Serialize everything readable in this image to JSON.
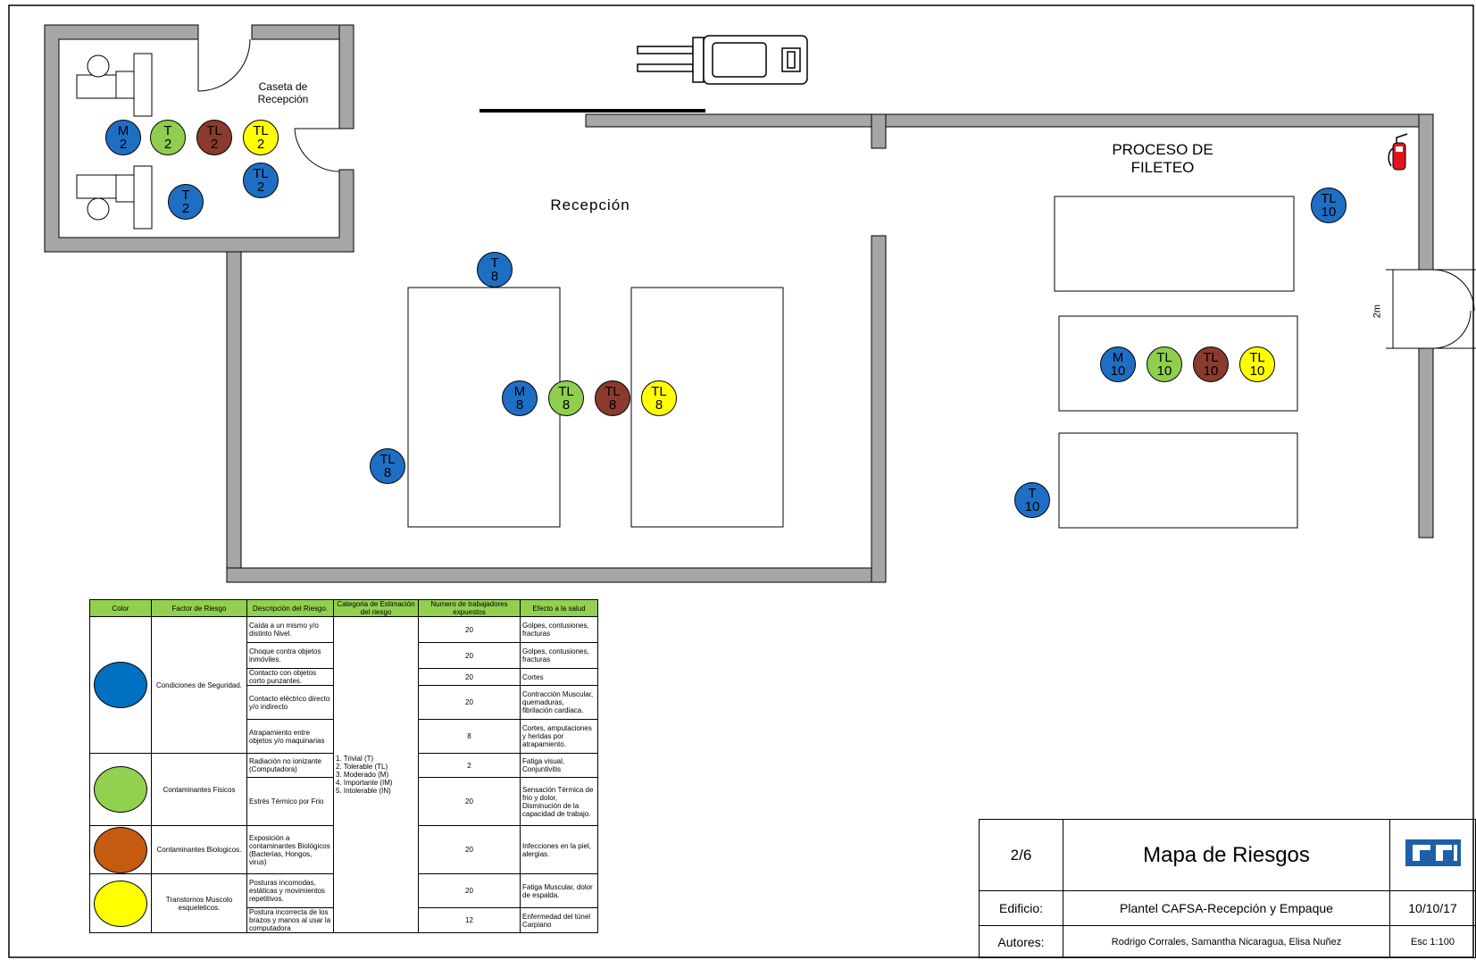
{
  "rooms": {
    "booth_label": "Caseta de\nRecepción",
    "reception_label": "Recepción",
    "filleting_label": "PROCESO DE\nFILETEO",
    "door_width_label": "2m"
  },
  "markers": {
    "booth": [
      {
        "code": "M",
        "n": "2",
        "color": "#1e6fc4"
      },
      {
        "code": "T",
        "n": "2",
        "color": "#8fce4e"
      },
      {
        "code": "TL",
        "n": "2",
        "color": "#8b3a2e"
      },
      {
        "code": "TL",
        "n": "2",
        "color": "#ffff00"
      },
      {
        "code": "TL",
        "n": "2",
        "color": "#1e6fc4"
      },
      {
        "code": "T",
        "n": "2",
        "color": "#1e6fc4"
      }
    ],
    "reception": [
      {
        "code": "T",
        "n": "8",
        "color": "#1e6fc4"
      },
      {
        "code": "M",
        "n": "8",
        "color": "#1e6fc4"
      },
      {
        "code": "TL",
        "n": "8",
        "color": "#8fce4e"
      },
      {
        "code": "TL",
        "n": "8",
        "color": "#8b3a2e"
      },
      {
        "code": "TL",
        "n": "8",
        "color": "#ffff00"
      },
      {
        "code": "TL",
        "n": "8",
        "color": "#1e6fc4"
      }
    ],
    "filleting": [
      {
        "code": "TL",
        "n": "10",
        "color": "#1e6fc4"
      },
      {
        "code": "M",
        "n": "10",
        "color": "#1e6fc4"
      },
      {
        "code": "TL",
        "n": "10",
        "color": "#8fce4e"
      },
      {
        "code": "TL",
        "n": "10",
        "color": "#8b3a2e"
      },
      {
        "code": "TL",
        "n": "10",
        "color": "#ffff00"
      },
      {
        "code": "T",
        "n": "10",
        "color": "#1e6fc4"
      }
    ]
  },
  "risk_table": {
    "headers": [
      "Color",
      "Factor de Riesgo",
      "Descripción del Riesgo.",
      "Categoria de Estimación del riesgo",
      "Numero de trabajadores expuestos",
      "Efecto a la salud"
    ],
    "category": "1. Trivial (T)\n2. Tolerable (TL)\n3. Moderado (M)\n4. Importante (IM)\n5. Intolerable (IN)",
    "groups": [
      {
        "color": "#0070c0",
        "factor": "Condiciones de Seguridad.",
        "rows": [
          {
            "desc": "Caída a un mismo y/o distinto Nivel.",
            "num": "20",
            "effect": "Golpes, contusiones, fracturas"
          },
          {
            "desc": "Choque contra objetos inmóviles.",
            "num": "20",
            "effect": "Golpes, contusiones, fracturas"
          },
          {
            "desc": "Contacto con objetos corto punzantes.",
            "num": "20",
            "effect": "Cortes"
          },
          {
            "desc": "Contacto eléctrico directo y/o indirecto",
            "num": "20",
            "effect": "Contracción Muscular, quemaduras, fibrilación cardiaca."
          },
          {
            "desc": "Atrapamiento entre objetos y/o maquinarias",
            "num": "8",
            "effect": "Cortes, amputaciones y heridas por atrapamiento."
          }
        ]
      },
      {
        "color": "#92d050",
        "factor": "Contaminantes Fisicos",
        "rows": [
          {
            "desc": "Radiación no ionizante (Computadora)",
            "num": "2",
            "effect": "Fatiga visual, Conjuntivitis"
          },
          {
            "desc": "Estrés Térmico por Frio",
            "num": "20",
            "effect": "Sensación Térmica de frio y dolor, Disminución de la capacidad de trabajo."
          }
        ]
      },
      {
        "color": "#c55a11",
        "factor": "Contaminantes Biologicos.",
        "rows": [
          {
            "desc": "Exposición a contaminantes Biológicos (Bacterias, Hongos, virus)",
            "num": "20",
            "effect": "Infecciones en la piel, alergias."
          }
        ]
      },
      {
        "color": "#ffff00",
        "factor": "Transtornos Muscolo esqueleticos.",
        "rows": [
          {
            "desc": "Posturas incomodas, estáticas y movimientos repetitivos.",
            "num": "20",
            "effect": "Fatiga Muscular, dolor de espalda."
          },
          {
            "desc": "Postura incorrecta de los brazos y manos al usar la computadora",
            "num": "12",
            "effect": "Enfermedad del túnel Carpiano"
          }
        ]
      }
    ]
  },
  "title_block": {
    "sheet": "2/6",
    "title": "Mapa de Riesgos",
    "building_label": "Edificio:",
    "building": "Plantel CAFSA-Recepción y Empaque",
    "date": "10/10/17",
    "authors_label": "Autores:",
    "authors": "Rodrigo Corrales, Samantha Nicaragua, Elisa Nuñez",
    "scale": "Esc 1:100"
  }
}
